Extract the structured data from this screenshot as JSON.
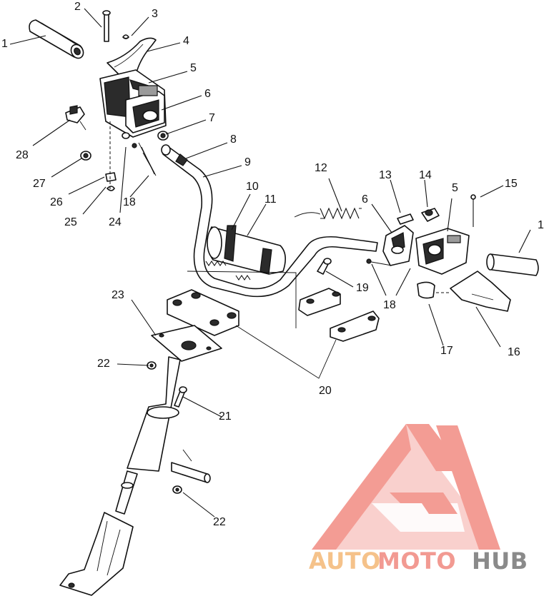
{
  "diagram": {
    "callouts": [
      {
        "id": "c1a",
        "text": "1"
      },
      {
        "id": "c2",
        "text": "2"
      },
      {
        "id": "c3",
        "text": "3"
      },
      {
        "id": "c4",
        "text": "4"
      },
      {
        "id": "c5a",
        "text": "5"
      },
      {
        "id": "c6a",
        "text": "6"
      },
      {
        "id": "c7",
        "text": "7"
      },
      {
        "id": "c8",
        "text": "8"
      },
      {
        "id": "c9",
        "text": "9"
      },
      {
        "id": "c10",
        "text": "10"
      },
      {
        "id": "c11",
        "text": "11"
      },
      {
        "id": "c12",
        "text": "12"
      },
      {
        "id": "c13",
        "text": "13"
      },
      {
        "id": "c14",
        "text": "14"
      },
      {
        "id": "c15",
        "text": "15"
      },
      {
        "id": "c1b",
        "text": "1"
      },
      {
        "id": "c6b",
        "text": "6"
      },
      {
        "id": "c5b",
        "text": "5"
      },
      {
        "id": "c16",
        "text": "16"
      },
      {
        "id": "c17",
        "text": "17"
      },
      {
        "id": "c18a",
        "text": "18"
      },
      {
        "id": "c18b",
        "text": "18"
      },
      {
        "id": "c19",
        "text": "19"
      },
      {
        "id": "c20",
        "text": "20"
      },
      {
        "id": "c21",
        "text": "21"
      },
      {
        "id": "c22a",
        "text": "22"
      },
      {
        "id": "c22b",
        "text": "22"
      },
      {
        "id": "c23",
        "text": "23"
      },
      {
        "id": "c24",
        "text": "24"
      },
      {
        "id": "c25",
        "text": "25"
      },
      {
        "id": "c26",
        "text": "26"
      },
      {
        "id": "c27",
        "text": "27"
      },
      {
        "id": "c28",
        "text": "28"
      }
    ]
  },
  "watermark": {
    "word_part1": "AUTO",
    "word_part2": "MOTO",
    "word_part3": "HUB",
    "color_part1": "#f5c28a",
    "color_part2": "#f29a92",
    "color_part3": "#8a8a8a",
    "logo_color": "#f28b82"
  }
}
